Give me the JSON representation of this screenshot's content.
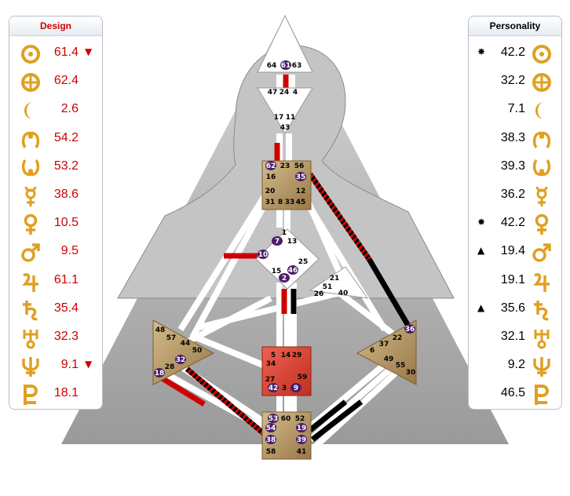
{
  "panels": {
    "design": {
      "title": "Design",
      "rows": [
        {
          "planet": "sun-icon",
          "value": "61.4",
          "marker": "▼"
        },
        {
          "planet": "earth-icon",
          "value": "62.4",
          "marker": ""
        },
        {
          "planet": "moon-icon",
          "value": "2.6",
          "marker": ""
        },
        {
          "planet": "north-node-icon",
          "value": "54.2",
          "marker": ""
        },
        {
          "planet": "south-node-icon",
          "value": "53.2",
          "marker": ""
        },
        {
          "planet": "mercury-icon",
          "value": "38.6",
          "marker": ""
        },
        {
          "planet": "venus-icon",
          "value": "10.5",
          "marker": ""
        },
        {
          "planet": "mars-icon",
          "value": "9.5",
          "marker": ""
        },
        {
          "planet": "jupiter-icon",
          "value": "61.1",
          "marker": ""
        },
        {
          "planet": "saturn-icon",
          "value": "35.4",
          "marker": ""
        },
        {
          "planet": "uranus-icon",
          "value": "32.3",
          "marker": ""
        },
        {
          "planet": "neptune-icon",
          "value": "9.1",
          "marker": "▼"
        },
        {
          "planet": "pluto-icon",
          "value": "18.1",
          "marker": ""
        }
      ]
    },
    "personality": {
      "title": "Personality",
      "rows": [
        {
          "planet": "sun-icon",
          "value": "42.2",
          "marker": "✸"
        },
        {
          "planet": "earth-icon",
          "value": "32.2",
          "marker": ""
        },
        {
          "planet": "moon-icon",
          "value": "7.1",
          "marker": ""
        },
        {
          "planet": "north-node-icon",
          "value": "38.3",
          "marker": ""
        },
        {
          "planet": "south-node-icon",
          "value": "39.3",
          "marker": ""
        },
        {
          "planet": "mercury-icon",
          "value": "36.2",
          "marker": ""
        },
        {
          "planet": "venus-icon",
          "value": "42.2",
          "marker": "✸"
        },
        {
          "planet": "mars-icon",
          "value": "19.4",
          "marker": "▲"
        },
        {
          "planet": "jupiter-icon",
          "value": "19.1",
          "marker": ""
        },
        {
          "planet": "saturn-icon",
          "value": "35.6",
          "marker": "▲"
        },
        {
          "planet": "uranus-icon",
          "value": "32.1",
          "marker": ""
        },
        {
          "planet": "neptune-icon",
          "value": "9.2",
          "marker": ""
        },
        {
          "planet": "pluto-icon",
          "value": "46.5",
          "marker": ""
        }
      ]
    }
  },
  "colors": {
    "design": "#d00000",
    "personality": "#000000",
    "glyph": "#e0a020",
    "defined_center_brown": "#b08850",
    "defined_center_red": "#e05040",
    "active_gate": "#4a1d6a"
  },
  "gates": {
    "head": [
      "64",
      "61",
      "63"
    ],
    "ajna": [
      "47",
      "24",
      "4",
      "17",
      "11",
      "43"
    ],
    "throat": [
      "62",
      "23",
      "56",
      "16",
      "35",
      "20",
      "12",
      "31",
      "8",
      "33",
      "45"
    ],
    "g": [
      "1",
      "7",
      "13",
      "10",
      "25",
      "15",
      "2",
      "46"
    ],
    "ego": [
      "21",
      "51",
      "26",
      "40"
    ],
    "spleen": [
      "48",
      "57",
      "44",
      "50",
      "32",
      "28",
      "18"
    ],
    "solar": [
      "36",
      "22",
      "37",
      "6",
      "49",
      "55",
      "30"
    ],
    "sacral": [
      "5",
      "14",
      "29",
      "34",
      "27",
      "59",
      "42",
      "3",
      "9"
    ],
    "root": [
      "53",
      "60",
      "52",
      "54",
      "19",
      "38",
      "39",
      "58",
      "41"
    ]
  },
  "active_gates": [
    "61",
    "62",
    "35",
    "7",
    "10",
    "2",
    "46",
    "32",
    "18",
    "42",
    "9",
    "53",
    "54",
    "38",
    "19",
    "39",
    "36"
  ]
}
